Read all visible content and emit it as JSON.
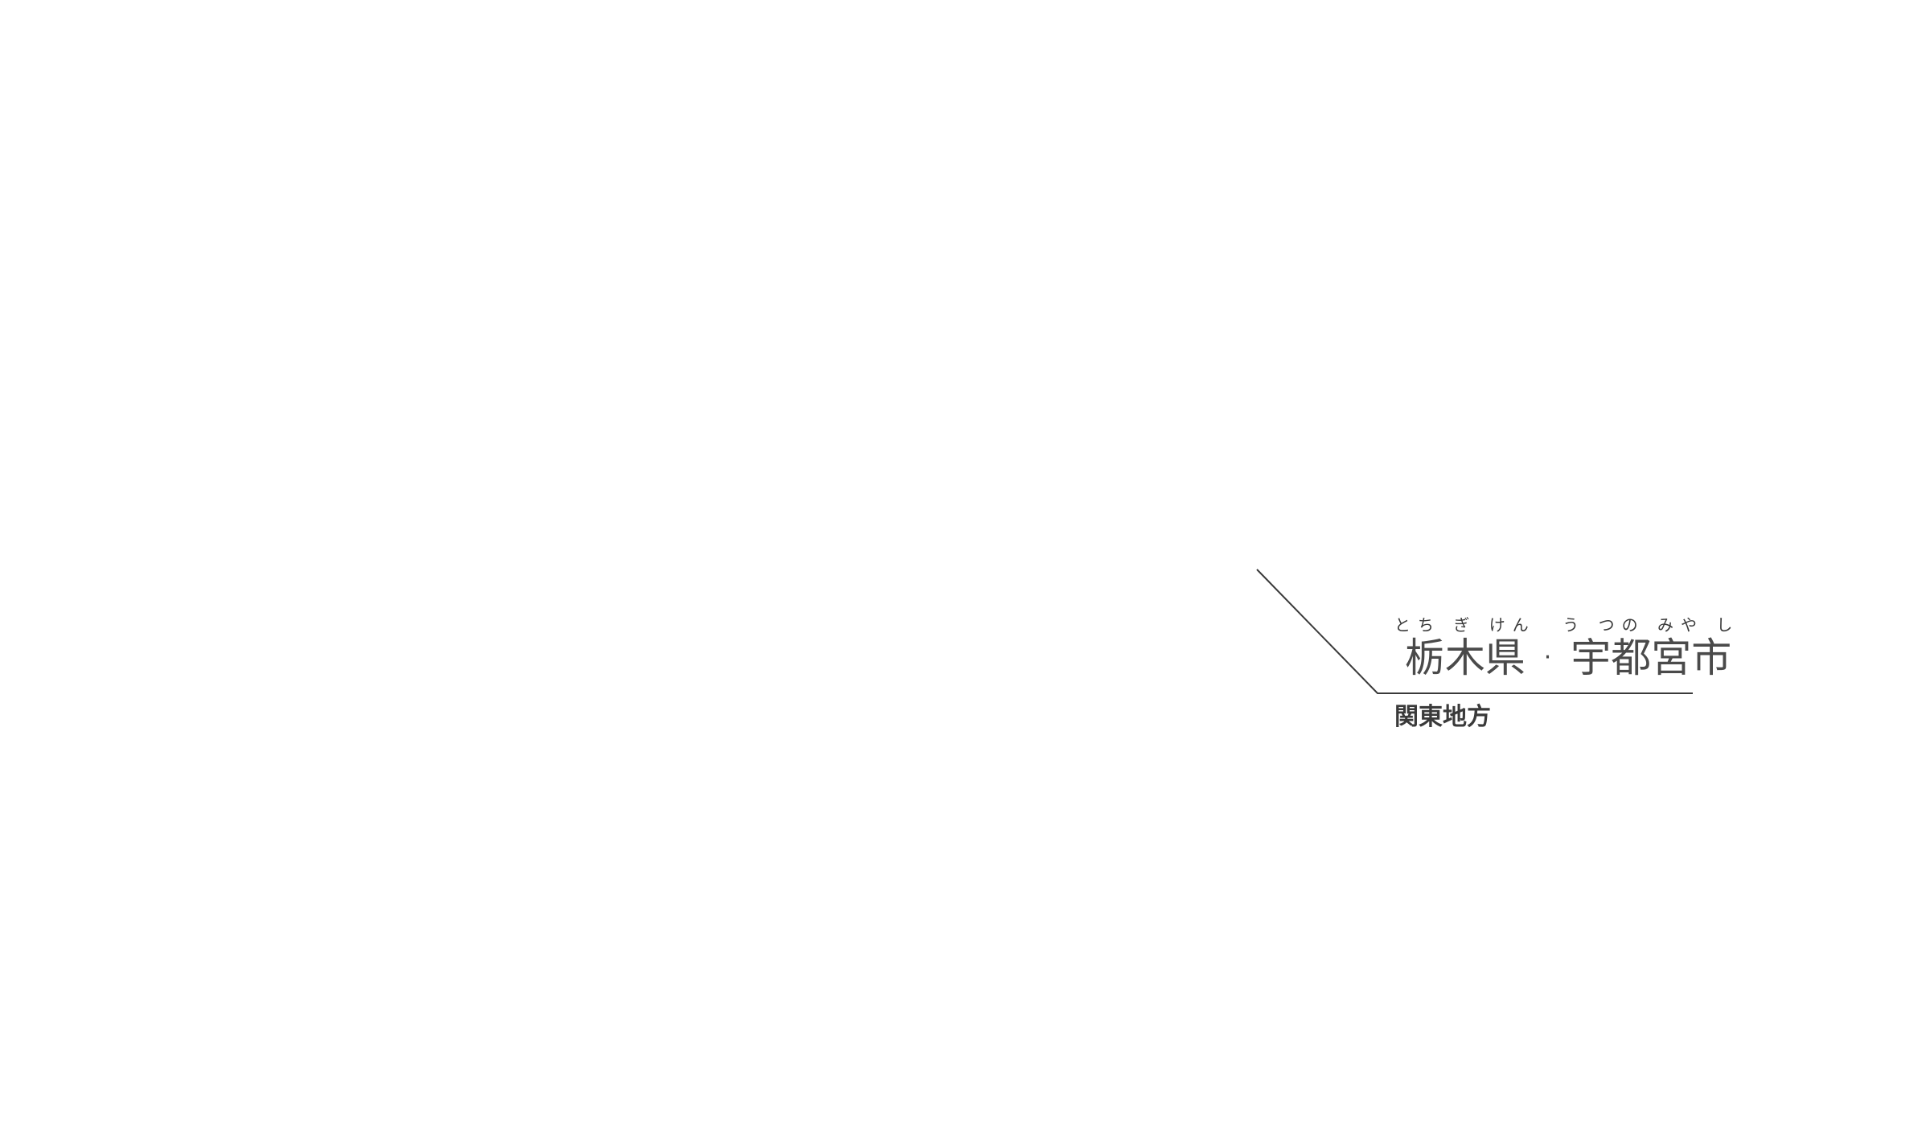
{
  "callout": {
    "prefecture": {
      "kanji": "栃木県",
      "reading": "とち ぎ けん"
    },
    "separator": "·",
    "city": {
      "kanji": "宇都宮市",
      "reading": "う つの みや し"
    },
    "region": "関東地方",
    "line_color": "#3a3a3a"
  }
}
